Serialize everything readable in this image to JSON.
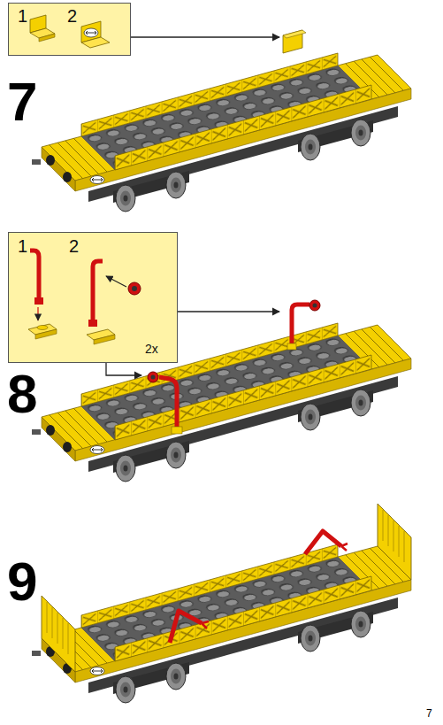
{
  "diagram": {
    "nodes": [
      {
        "text": [
          "1",
          "2"
        ]
      },
      {
        "text": [
          "1",
          "2",
          "2x"
        ]
      }
    ],
    "labels": [
      "7",
      "8",
      "9",
      "7"
    ]
  }
}
